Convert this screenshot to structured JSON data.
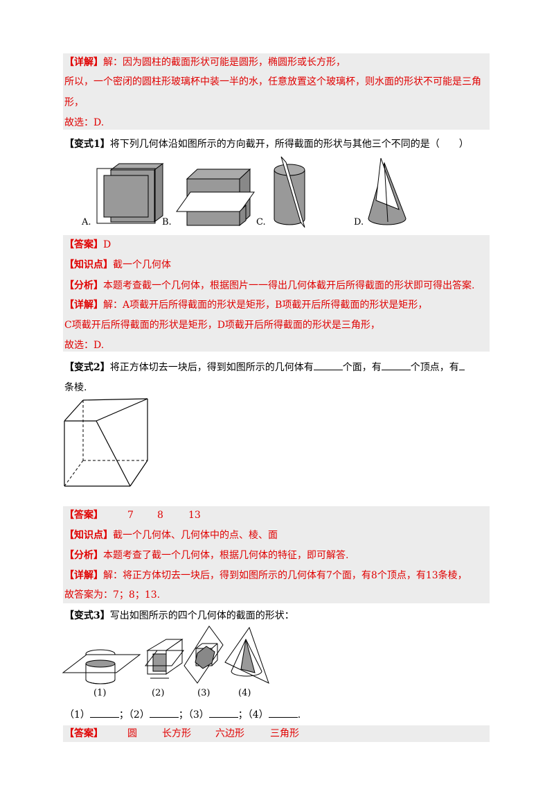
{
  "block1": {
    "l1_tag": "【详解】",
    "l1_text": "解：因为圆柱的截面形状可能是圆形，椭圆形或长方形，",
    "l2": "所以，一个密闭的圆柱形玻璃杯中装一半的水，任意放置这个玻璃杯，则水面的形状不可能是三角",
    "l3": "形，",
    "l4": "故选：D."
  },
  "q1": {
    "tag": "【变式1】",
    "text": "将下列几何体沿如图所示的方向截开，所得截面的形状与其他三个不同的是（　　）",
    "opt_a": "A.",
    "opt_b": "B.",
    "opt_c": "C.",
    "opt_d": "D."
  },
  "block2": {
    "ans_tag": "【答案】",
    "ans": "D",
    "kp_tag": "【知识点】",
    "kp": "截一个几何体",
    "an_tag": "【分析】",
    "an": "本题考查截一个几何体，根据图片一一得出几何体截开后所得截面的形状即可得出答案.",
    "det_tag": "【详解】",
    "det1": "解：A项截开后所得截面的形状是矩形，B项截开后所得截面的形状是矩形，",
    "det2": "C项截开后所得截面的形状是矩形，D项截开后所得截面的形状是三角形，",
    "det3": "故选：D."
  },
  "q2": {
    "tag": "【变式2】",
    "t1": "将正方体切去一块后，得到如图所示的几何体有",
    "t2": "个面，有",
    "t3": "个顶点，有",
    "t4": "条棱."
  },
  "block3": {
    "ans_tag": "【答案】",
    "a1": "7",
    "a2": "8",
    "a3": "13",
    "kp_tag": "【知识点】",
    "kp": "截一个几何体、几何体中的点、棱、面",
    "an_tag": "【分析】",
    "an": "本题考查了截一个几何体，根据几何体的特征，即可解答.",
    "det_tag": "【详解】",
    "det1a": "解：将正方体切去一块后，得到如图所示的几何体有",
    "det1b": "7",
    "det1c": "个面，有",
    "det1d": "8",
    "det1e": "个顶点，有",
    "det1f": "13",
    "det1g": "条棱，",
    "det2": "故答案为：7；8；13."
  },
  "q3": {
    "tag": "【变式3】",
    "text": "写出如图所示的四个几何体的截面的形状：",
    "cap1": "(1)",
    "cap2": "(2)",
    "cap3": "(3)",
    "cap4": "(4)",
    "f1": "（1）",
    "f2": "；（2）",
    "f3": "；（3）",
    "f4": "；（4）",
    "f5": "."
  },
  "block4": {
    "ans_tag": "【答案】",
    "a1": "圆",
    "a2": "长方形",
    "a3": "六边形",
    "a4": "三角形"
  }
}
